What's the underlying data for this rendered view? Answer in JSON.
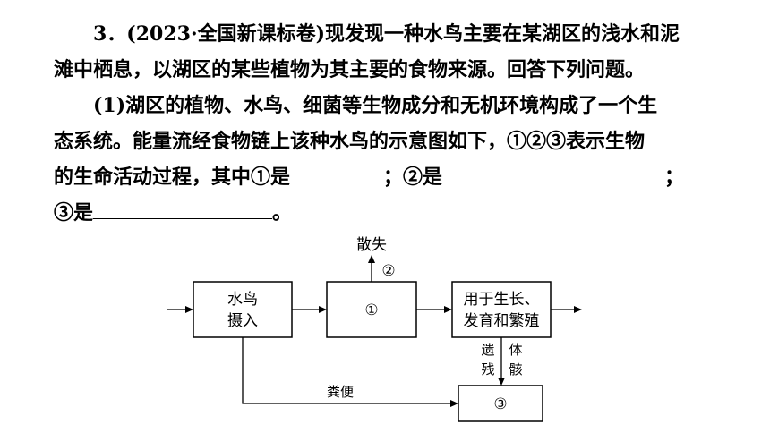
{
  "question": {
    "line1": "3．(2023·全国新课标卷)现发现一种水鸟主要在某湖区的浅水和泥",
    "line2": "滩中栖息，以湖区的某些植物为其主要的食物来源。回答下列问题。",
    "line3": "(1)湖区的植物、水鸟、细菌等生物成分和无机环境构成了一个生",
    "line4": "态系统。能量流经食物链上该种水鸟的示意图如下，①②③表示生物",
    "line5_a": "的生命活动过程，其中①是",
    "line5_b": "；②是",
    "line5_c": "；",
    "line6_a": "③是",
    "line6_b": "。"
  },
  "diagram": {
    "box_intake_line1": "水鸟",
    "box_intake_line2": "摄入",
    "box_1": "①",
    "box_growth_line1": "用于生长、",
    "box_growth_line2": "发育和繁殖",
    "box_3": "③",
    "label_dissipate": "散失",
    "label_2": "②",
    "label_remains_1": "遗",
    "label_remains_2": "残",
    "label_remains_3": "体",
    "label_remains_4": "骸",
    "label_feces": "粪便"
  }
}
